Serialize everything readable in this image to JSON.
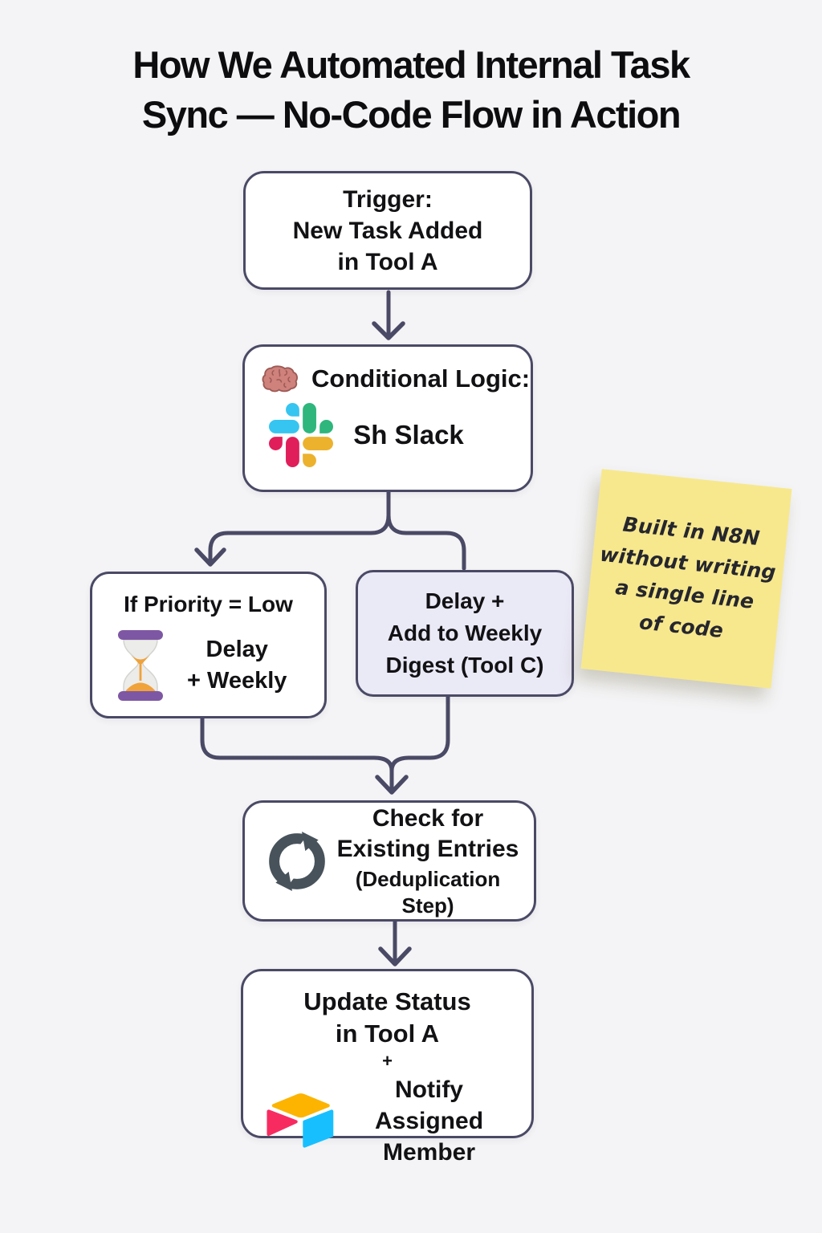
{
  "title": {
    "line1": "How We Automated Internal Task",
    "line2": "Sync — No-Code Flow in Action"
  },
  "flow": {
    "trigger": {
      "line1": "Trigger:",
      "line2": "New Task Added",
      "line3": "in Tool A"
    },
    "conditional": {
      "heading": "Conditional Logic:",
      "service": "Sh Slack",
      "heading_icon": "brain-emoji",
      "service_icon": "slack-logo"
    },
    "priority_low": {
      "title": "If Priority = Low",
      "icon": "hourglass-emoji",
      "line1": "Delay",
      "line2": "+ Weekly"
    },
    "weekly_digest": {
      "line1": "Delay +",
      "line2": "Add to Weekly",
      "line3": "Digest (Tool C)"
    },
    "dedup": {
      "icon": "sync-refresh-icon",
      "line1": "Check for",
      "line2": "Existing Entries",
      "line3": "(Deduplication Step)"
    },
    "update": {
      "line1": "Update Status",
      "line2": "in Tool A",
      "plus": "+",
      "icon": "airtable-logo",
      "line3": "Notify Assigned",
      "line4": "Member"
    }
  },
  "sticky_note": {
    "line1": "Built in N8N",
    "line2": "without writing",
    "line3": "a single line",
    "line4": "of code"
  },
  "colors": {
    "background": "#f4f4f6",
    "stroke": "#4a4a66",
    "node_fill": "#ffffff",
    "digest_fill": "#eae9f6",
    "sticky_fill": "#f7e88d",
    "slack_blue": "#36C5F0",
    "slack_green": "#2EB67D",
    "slack_red": "#E01E5A",
    "slack_yellow": "#ECB22E",
    "airtable_yellow": "#FCB400",
    "airtable_pink": "#F82B60",
    "airtable_blue": "#18BFFF",
    "hourglass_purple": "#7e57a4",
    "hourglass_sand": "#f0a23b",
    "brain_pink": "#cf817c",
    "sync_icon": "#47525a"
  }
}
